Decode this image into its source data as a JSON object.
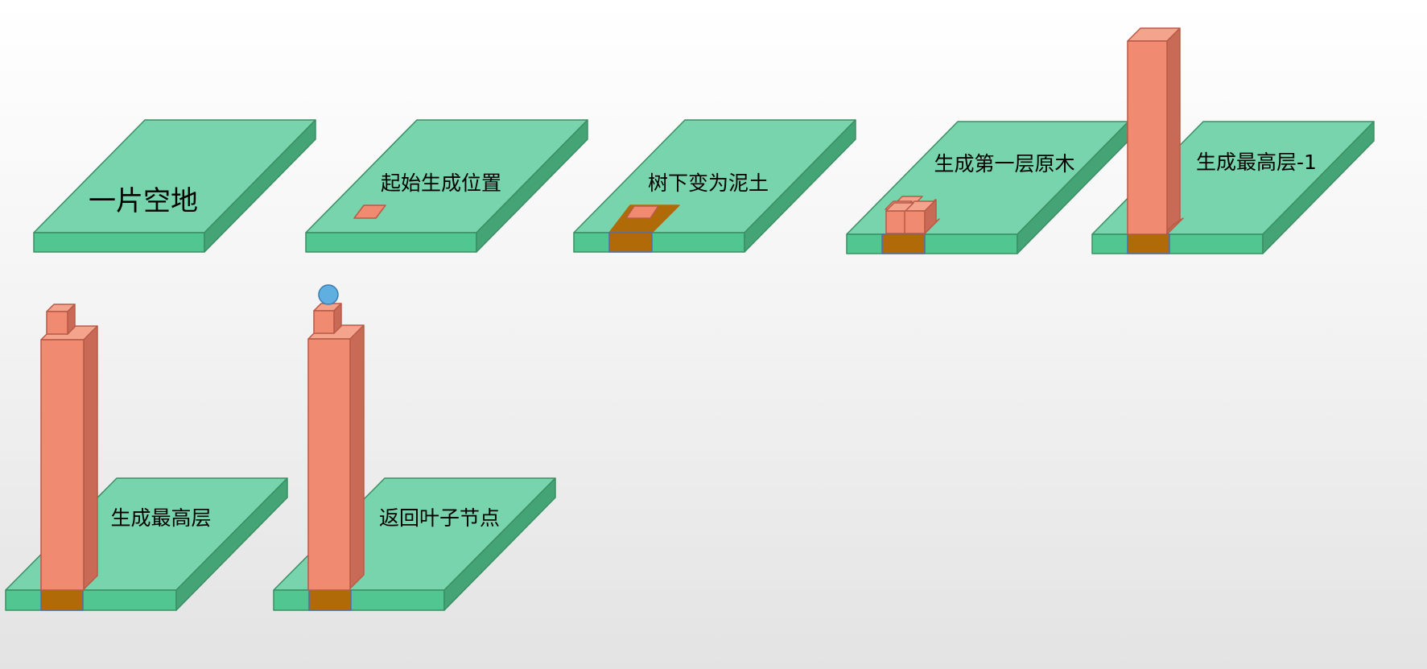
{
  "colors": {
    "platform_top": "#78d4ac",
    "platform_front": "#52c691",
    "platform_side": "#45a476",
    "platform_stroke": "#3a8f63",
    "dirt": "#b06a08",
    "dirt_stroke": "#4a6fb0",
    "log_front": "#f08a70",
    "log_top": "#f4a48c",
    "log_side": "#c96a56",
    "log_stroke": "#b85a46",
    "leaf": "#5fb0e0",
    "leaf_stroke": "#3a7fb0"
  },
  "steps": [
    {
      "label": "一片空地"
    },
    {
      "label": "起始生成位置"
    },
    {
      "label": "树下变为泥土"
    },
    {
      "label": "生成第一层原木"
    },
    {
      "label": "生成最高层-1"
    },
    {
      "label": "生成最高层"
    },
    {
      "label": "返回叶子节点"
    }
  ]
}
